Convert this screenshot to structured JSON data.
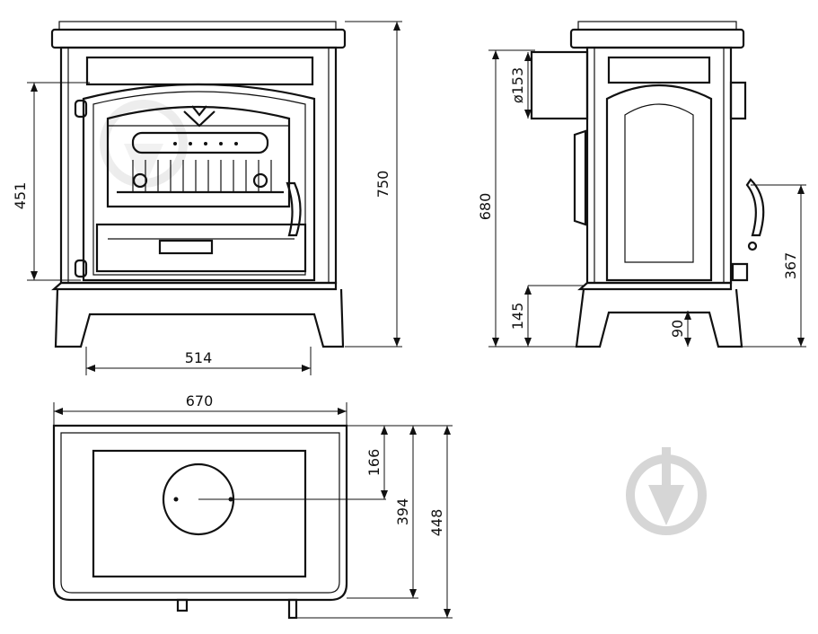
{
  "dimensions": {
    "front_height_overall": "750",
    "front_door_height": "451",
    "front_base_width": "514",
    "side_height": "680",
    "side_flue_diameter": "ø153",
    "side_base_height": "145",
    "side_leg_height": "90",
    "side_handle_height": "367",
    "top_width": "670",
    "top_flue_offset": "166",
    "top_depth_body": "394",
    "top_depth_overall": "448"
  },
  "colors": {
    "line": "#111111",
    "background": "#ffffff",
    "watermark": "#d6d6d6"
  },
  "icons": {
    "watermark": "brand-watermark-icon"
  }
}
